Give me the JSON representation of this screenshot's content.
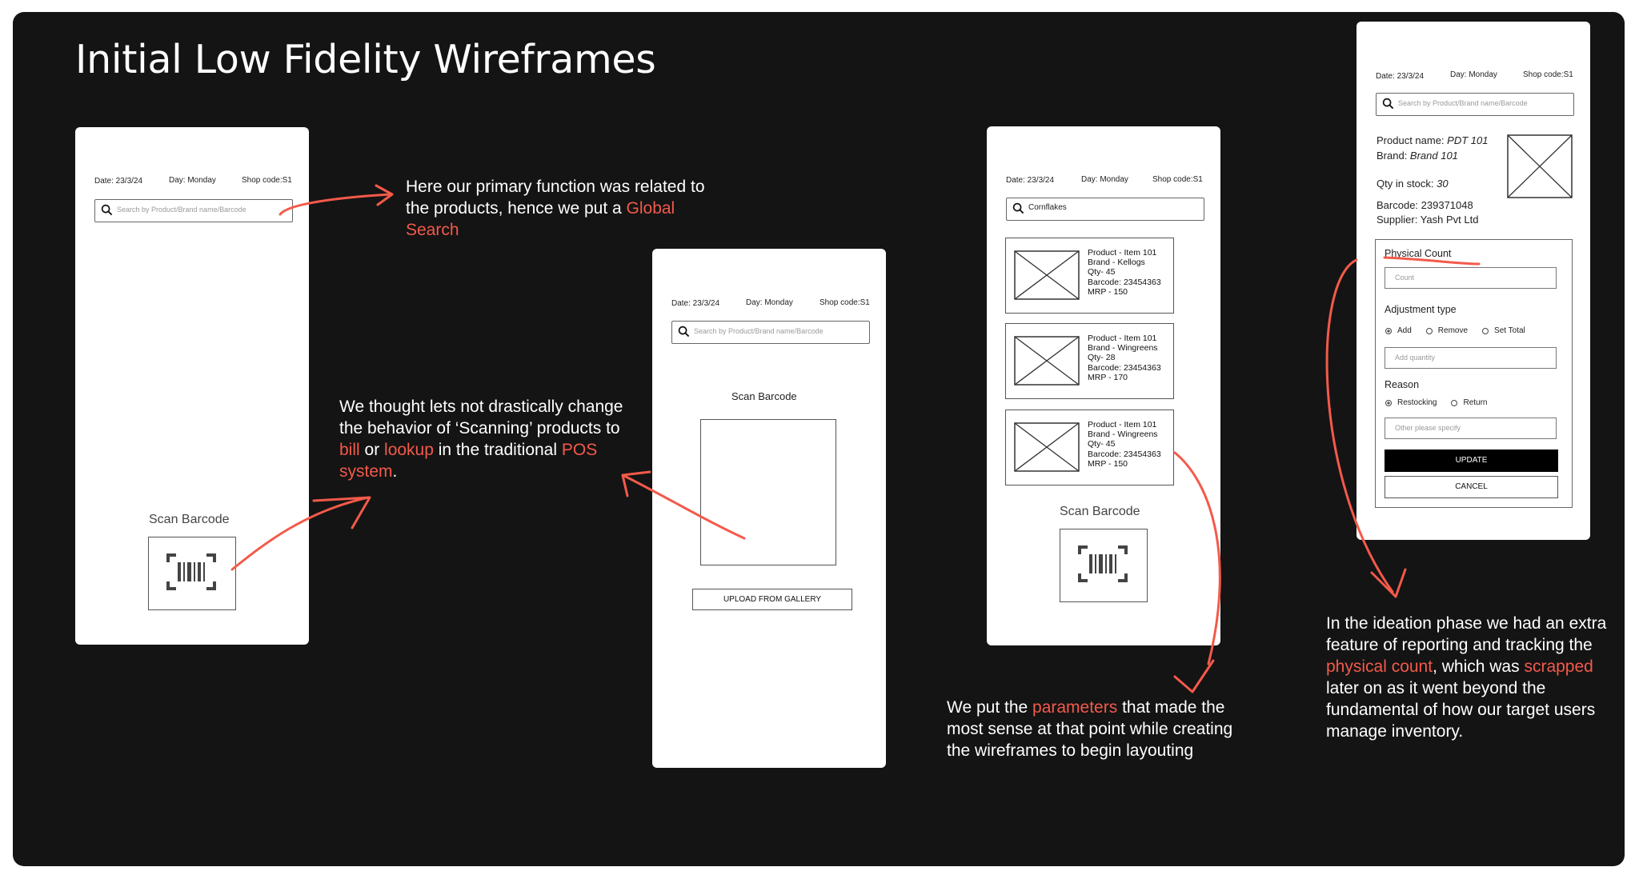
{
  "title": "Initial Low Fidelity Wireframes",
  "colors": {
    "background": "#141414",
    "accent": "#f35a4a",
    "text": "#ffffff"
  },
  "icons": [
    "search-icon",
    "barcode-icon",
    "image-placeholder-icon"
  ],
  "header": {
    "date": "Date: 23/3/24",
    "day": "Day: Monday",
    "shop": "Shop code:S1"
  },
  "search_placeholder": "Search by Product/Brand name/Barcode",
  "wireframe1": {
    "scan_label": "Scan Barcode"
  },
  "wireframe2": {
    "scan_label": "Scan Barcode",
    "upload_button": "UPLOAD FROM GALLERY"
  },
  "wireframe3": {
    "search_value": "Cornflakes",
    "results": [
      {
        "lines": [
          "Product - Item 101",
          "Brand - Kellogs",
          "Qty- 45",
          "Barcode: 23454363",
          "MRP - 150"
        ]
      },
      {
        "lines": [
          "Product - Item 101",
          "Brand - Wingreens",
          "Qty- 28",
          "Barcode: 23454363",
          "MRP - 170"
        ]
      },
      {
        "lines": [
          "Product - Item 101",
          "Brand - Wingreens",
          "Qty- 45",
          "Barcode: 23454363",
          "MRP - 150"
        ]
      }
    ],
    "scan_label": "Scan Barcode"
  },
  "wireframe4": {
    "product_name_label": "Product name: ",
    "product_name_value": "PDT 101",
    "brand_label": "Brand: ",
    "brand_value": "Brand 101",
    "qty_label": "Qty in stock: ",
    "qty_value": "30",
    "barcode": "Barcode: 239371048",
    "supplier": "Supplier: Yash Pvt Ltd",
    "physical_count_label": "Physical Count",
    "count_placeholder": "Count",
    "adjustment_label": "Adjustment type",
    "adjustment_options": [
      "Add",
      "Remove",
      "Set Total"
    ],
    "quantity_placeholder": "Add quantity",
    "reason_label": "Reason",
    "reason_options": [
      "Restocking",
      "Return"
    ],
    "other_placeholder": "Other please specify",
    "update_button": "UPDATE",
    "cancel_button": "CANCEL"
  },
  "notes": {
    "search": {
      "before": "Here our primary function was related to the products, hence we put a ",
      "highlight": "Global Search"
    },
    "scan": {
      "p1": "We thought lets not drastically change the behavior of ‘Scanning’ products to ",
      "h1": "bill",
      "p2": " or ",
      "h2": "lookup",
      "p3": " in the traditional ",
      "h3": "POS system",
      "p4": "."
    },
    "params": {
      "p1": "We put the ",
      "h1": "parameters",
      "p2": " that made the most sense at that point while creating the wireframes to begin layouting"
    },
    "ideation": {
      "p1": "In the ideation phase we had an extra feature of reporting and tracking the ",
      "h1": "physical count",
      "p2": ", which was ",
      "h2": "scrapped",
      "p3": " later on as it went beyond the fundamental of how our target users manage inventory."
    }
  }
}
